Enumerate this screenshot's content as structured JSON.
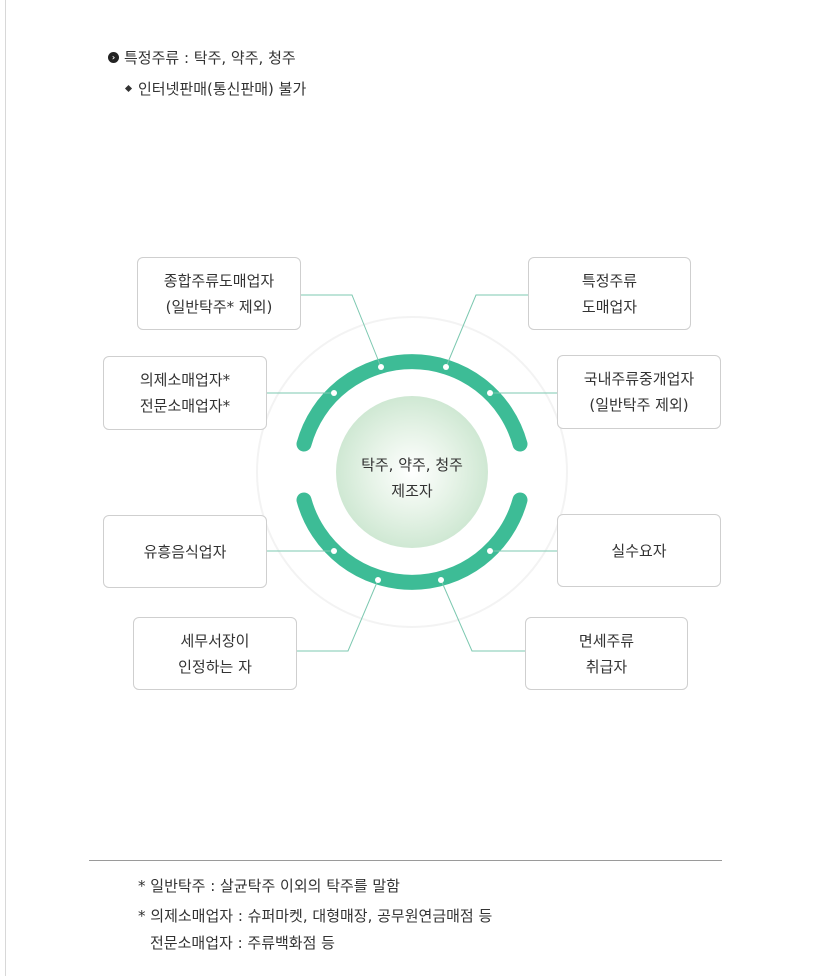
{
  "header": {
    "bullet_main": "특정주류 : 탁주, 약주, 청주",
    "bullet_sub": "인터넷판매(통신판매) 불가"
  },
  "diagram": {
    "center": [
      "탁주, 약주, 청주",
      "제조자"
    ],
    "boxes": {
      "top_left": [
        "종합주류도매업자",
        "(일반탁주* 제외)"
      ],
      "top_right": [
        "특정주류",
        "도매업자"
      ],
      "mid_left": [
        "의제소매업자*",
        "전문소매업자*"
      ],
      "mid_right": [
        "국내주류중개업자",
        "(일반탁주 제외)"
      ],
      "low_left": [
        "유흥음식업자"
      ],
      "low_right": [
        "실수요자"
      ],
      "bottom_left": [
        "세무서장이",
        "인정하는 자"
      ],
      "bottom_right": [
        "면세주류",
        "취급자"
      ]
    },
    "colors": {
      "ring": "#3dbc96",
      "center_glow": "#d6ecd9",
      "connector": "#7cc8b0"
    }
  },
  "notes": [
    "* 일반탁주 : 살균탁주 이외의 탁주를 말함",
    "* 의제소매업자 : 슈퍼마켓, 대형매장, 공무원연금매점 등",
    "전문소매업자 : 주류백화점 등"
  ]
}
